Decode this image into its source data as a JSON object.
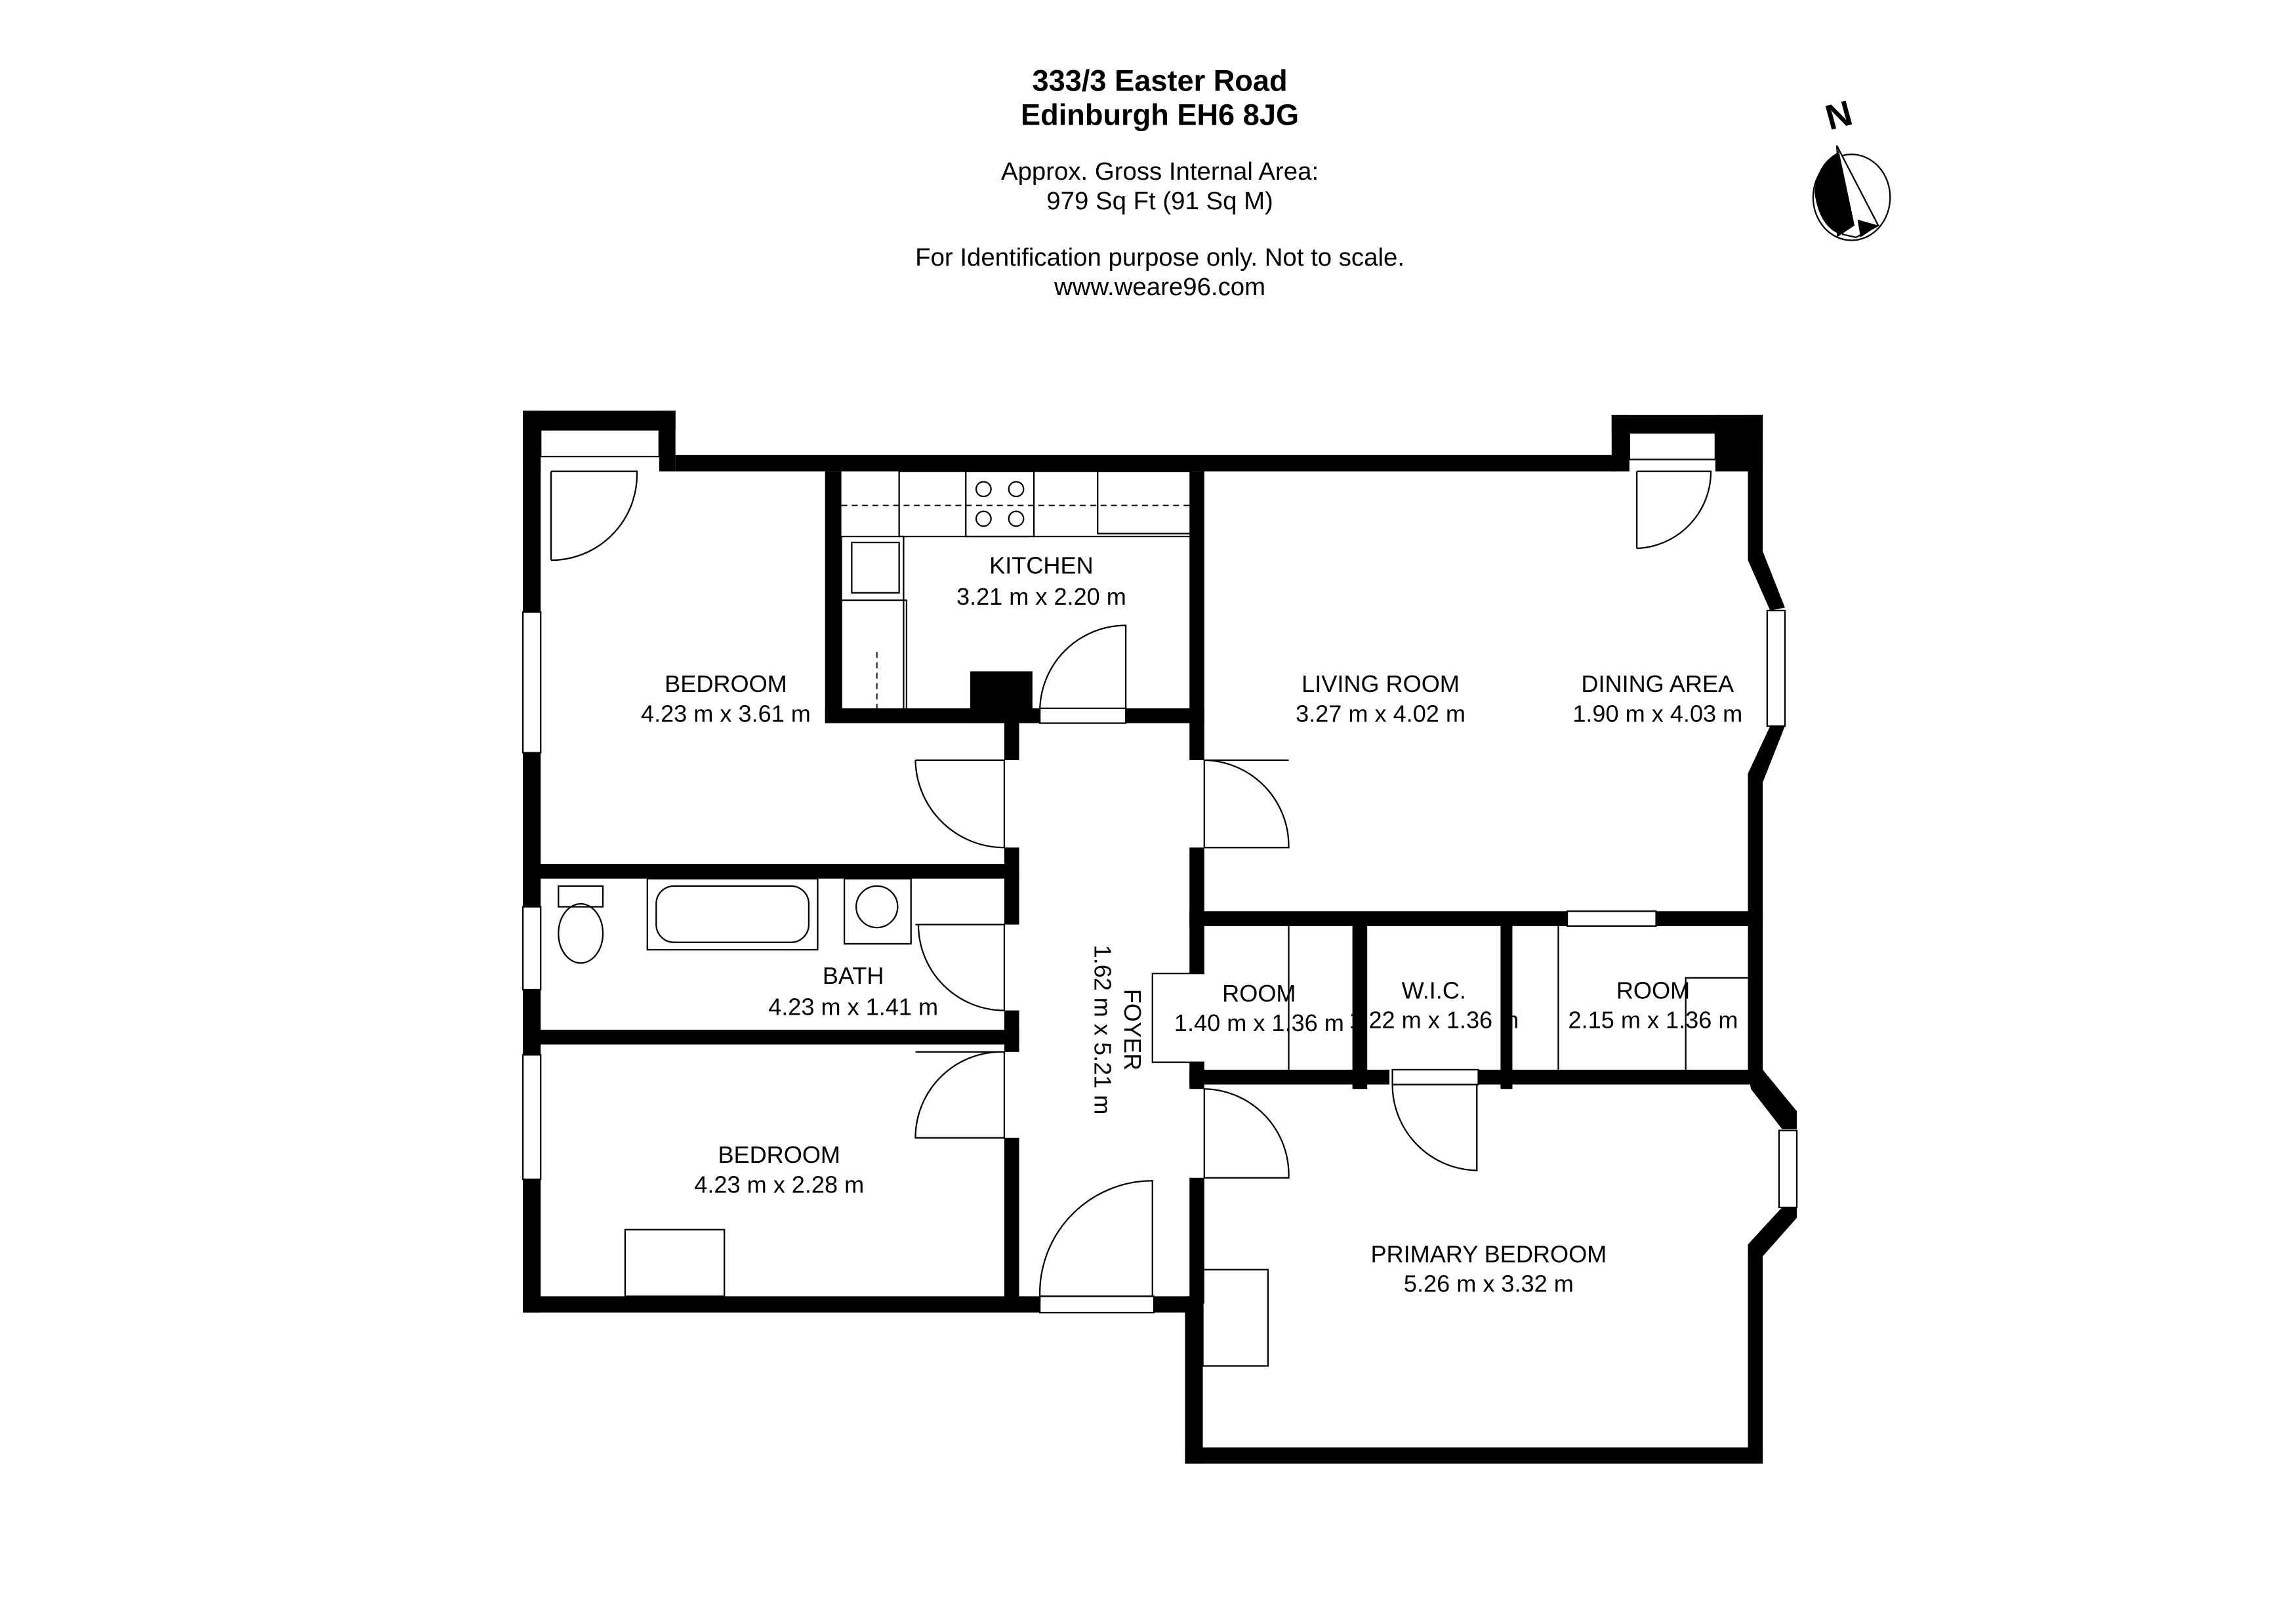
{
  "header": {
    "address_line1": "333/3 Easter Road",
    "address_line2": "Edinburgh EH6 8JG",
    "area_label": "Approx. Gross Internal Area:",
    "area_value": "979 Sq Ft (91 Sq M)",
    "disclaimer": "For Identification purpose only. Not to scale.",
    "website": "www.weare96.com"
  },
  "compass": {
    "label": "N",
    "icon": "north-arrow-icon"
  },
  "rooms": [
    {
      "name": "BEDROOM",
      "dims": "4.23 m x 3.61 m"
    },
    {
      "name": "KITCHEN",
      "dims": "3.21 m x 2.20 m"
    },
    {
      "name": "LIVING ROOM",
      "dims": "3.27 m x 4.02 m"
    },
    {
      "name": "DINING AREA",
      "dims": "1.90 m x 4.03 m"
    },
    {
      "name": "BATH",
      "dims": "4.23 m x 1.41 m"
    },
    {
      "name": "FOYER",
      "dims": "1.62 m x 5.21 m"
    },
    {
      "name": "ROOM",
      "dims": "1.40 m x 1.36 m"
    },
    {
      "name": "W.I.C.",
      "dims": "1.22 m x 1.36 m"
    },
    {
      "name": "ROOM",
      "dims": "2.15 m x 1.36 m"
    },
    {
      "name": "BEDROOM",
      "dims": "4.23 m x 2.28 m"
    },
    {
      "name": "PRIMARY BEDROOM",
      "dims": "5.26 m x 3.32 m"
    }
  ]
}
